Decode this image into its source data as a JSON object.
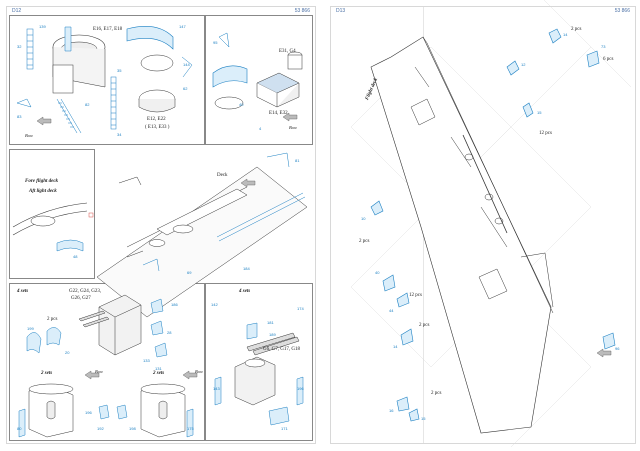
{
  "left_page": {
    "header_left": "D12",
    "header_right": "53 866",
    "assembly_labels": {
      "e16": "E16, E17, E18",
      "e12": "E12, E22",
      "e13": "( E13, E33 )",
      "e31": "E31, G4",
      "e14": "E14, E32",
      "fore": "Fore flight deck",
      "aft": "Aft light deck",
      "g22": "G22, G24, G23,",
      "g26": "G26, G27",
      "g6": "G6, G7, G17, G18",
      "deck": "Deck"
    },
    "set_labels": {
      "a": "4 sets",
      "b": "4 sets",
      "c": "2 sets",
      "d": "2 sets"
    },
    "pcs_label": "2 pcs",
    "bow_label": "Bow",
    "part_numbers": [
      "139",
      "147",
      "144",
      "62",
      "32",
      "35",
      "34",
      "95",
      "83",
      "82",
      "40",
      "4",
      "48",
      "81",
      "69",
      "184",
      "186",
      "199",
      "20",
      "133",
      "131",
      "28",
      "80",
      "196",
      "192",
      "198",
      "175",
      "181",
      "189",
      "142",
      "143",
      "196",
      "171",
      "174"
    ]
  },
  "right_page": {
    "header_left": "D13",
    "header_right": "53 866",
    "flight_deck_label": "Flight deck",
    "pcs_labels": [
      "2 pcs",
      "6 pcs",
      "12 pcs",
      "2 pcs",
      "12 pcs",
      "2 pcs",
      "2 pcs"
    ],
    "part_numbers": [
      "14",
      "12",
      "15",
      "73",
      "10",
      "40",
      "44",
      "14",
      "16",
      "15",
      "96"
    ]
  }
}
